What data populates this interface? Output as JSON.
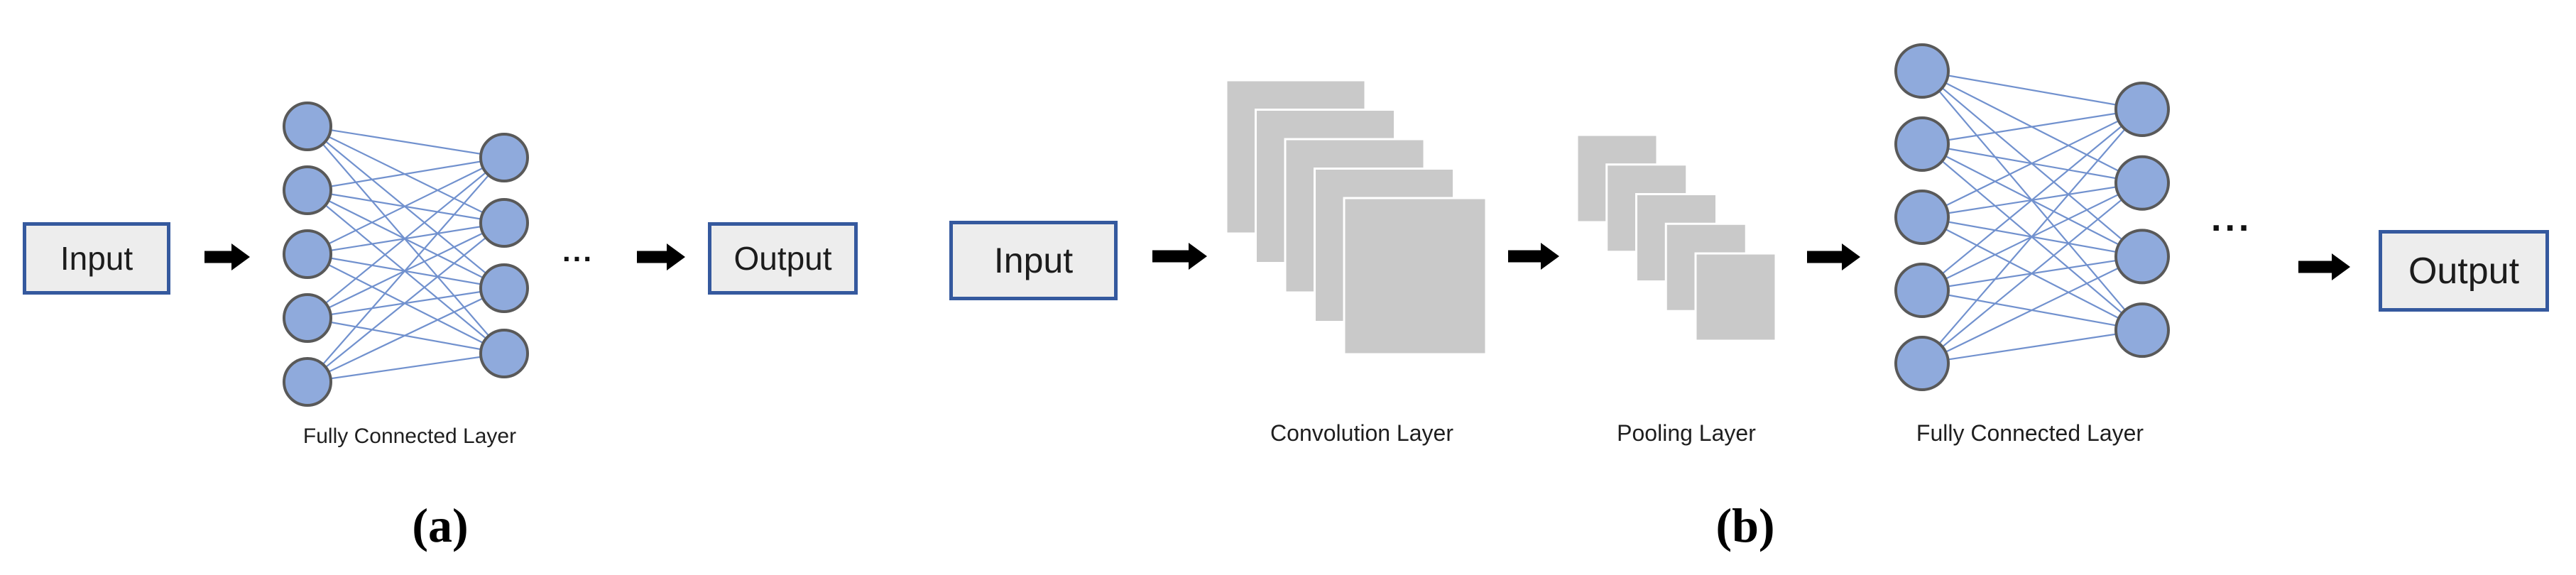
{
  "colors": {
    "node_fill": "#8FAADC",
    "node_stroke": "#595959",
    "edge": "#7191CE",
    "map_fill": "#C9C9C9",
    "map_stroke": "#FFFFFF",
    "arrow": "#000000",
    "box_fill": "#EDEDED",
    "box_border": "#35599E",
    "text": "#1C1C1C"
  },
  "diagram_a": {
    "caption": "(a)",
    "input_label": "Input",
    "fc_label": "Fully Connected Layer",
    "fc_left_nodes": 5,
    "fc_right_nodes": 4,
    "ellipsis": "...",
    "output_label": "Output"
  },
  "diagram_b": {
    "caption": "(b)",
    "input_label": "Input",
    "conv_label": "Convolution Layer",
    "conv_feature_maps": 5,
    "pool_label": "Pooling Layer",
    "pool_feature_maps": 5,
    "fc_label": "Fully Connected Layer",
    "fc_left_nodes": 5,
    "fc_right_nodes": 4,
    "ellipsis": "...",
    "output_label": "Output"
  }
}
